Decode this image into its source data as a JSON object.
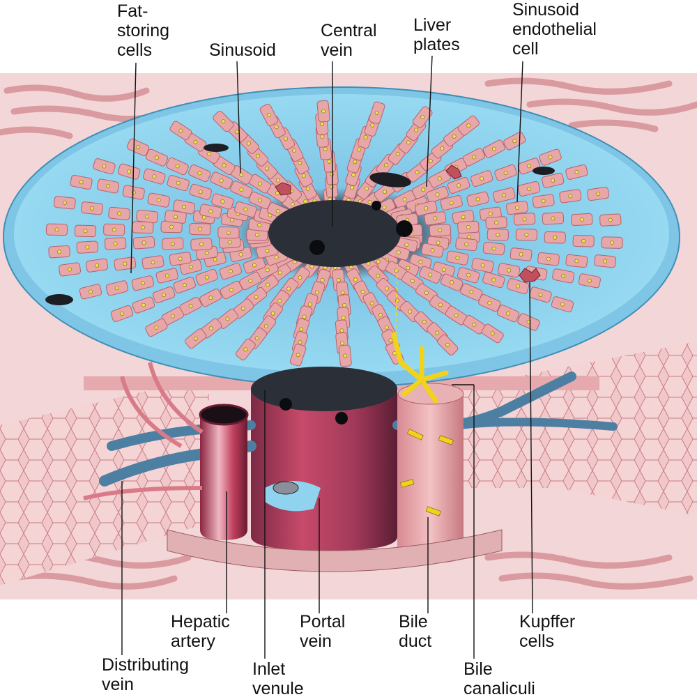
{
  "labels": {
    "fat_storing_cells": [
      "Fat-",
      "storing",
      "cells"
    ],
    "sinusoid": [
      "Sinusoid"
    ],
    "central_vein": [
      "Central",
      "vein"
    ],
    "liver_plates": [
      "Liver",
      "plates"
    ],
    "sinusoid_endothelial_cell": [
      "Sinusoid",
      "endothelial",
      "cell"
    ],
    "hepatic_artery": [
      "Hepatic",
      "artery"
    ],
    "portal_vein": [
      "Portal",
      "vein"
    ],
    "bile_duct": [
      "Bile",
      "duct"
    ],
    "kupffer_cells": [
      "Kupffer",
      "cells"
    ],
    "distributing_vein": [
      "Distributing",
      "vein"
    ],
    "inlet_venule": [
      "Inlet",
      "venule"
    ],
    "bile_canaliculi": [
      "Bile",
      "canaliculi"
    ]
  },
  "colors": {
    "hepatocyte": "#e7a7a9",
    "sinusoid": "#8fd3ee",
    "vein_dark": "#2b2f38",
    "vessel_red": "#b8334f",
    "bile": "#f2d21b",
    "background_tissue": "#f0c4c6"
  }
}
